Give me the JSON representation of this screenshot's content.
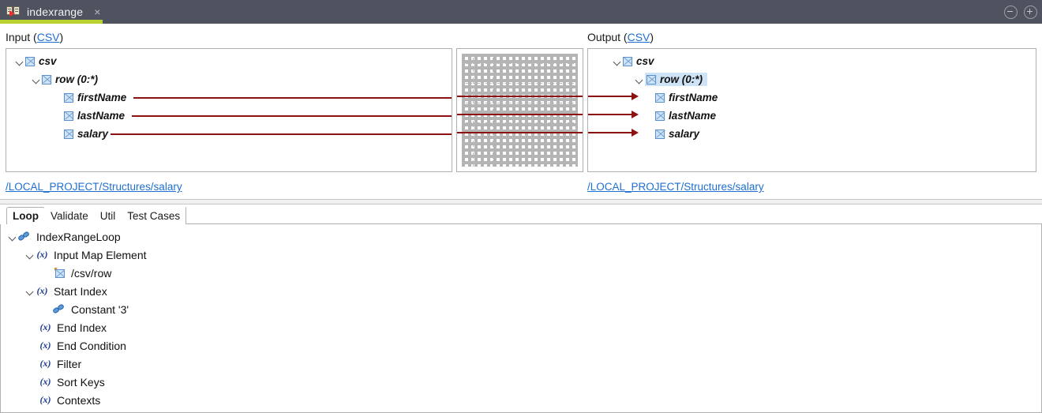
{
  "titlebar": {
    "tab_label": "indexrange",
    "tab_icon": "mapping-icon",
    "close_label": "×",
    "accent_color": "#b9d12e",
    "background_color": "#4f535f",
    "minimize_name": "minimize-icon",
    "maximize_name": "maximize-icon"
  },
  "mapping": {
    "input": {
      "title_prefix": "Input (",
      "title_link": "CSV",
      "title_suffix": ")",
      "path": "/LOCAL_PROJECT/Structures/salary",
      "nodes": [
        {
          "label": "csv",
          "depth": 0,
          "expandable": true,
          "selected": false
        },
        {
          "label": "row (0:*)",
          "depth": 1,
          "expandable": true,
          "selected": false
        },
        {
          "label": "firstName",
          "depth": 2,
          "expandable": false,
          "selected": false
        },
        {
          "label": "lastName",
          "depth": 2,
          "expandable": false,
          "selected": false
        },
        {
          "label": "salary",
          "depth": 2,
          "expandable": false,
          "selected": false
        }
      ]
    },
    "output": {
      "title_prefix": "Output (",
      "title_link": "CSV",
      "title_suffix": ")",
      "path": "/LOCAL_PROJECT/Structures/salary",
      "nodes": [
        {
          "label": "csv",
          "depth": 0,
          "expandable": true,
          "selected": false
        },
        {
          "label": "row (0:*)",
          "depth": 1,
          "expandable": true,
          "selected": true
        },
        {
          "label": "firstName",
          "depth": 2,
          "expandable": false,
          "selected": false
        },
        {
          "label": "lastName",
          "depth": 2,
          "expandable": false,
          "selected": false
        },
        {
          "label": "salary",
          "depth": 2,
          "expandable": false,
          "selected": false
        }
      ]
    },
    "connections": [
      {
        "from": "firstName",
        "to": "firstName"
      },
      {
        "from": "lastName",
        "to": "lastName"
      },
      {
        "from": "salary",
        "to": "salary"
      }
    ],
    "wire_color": "#8c1111",
    "grid_panel_name": "mapping-grid-panel"
  },
  "bottom": {
    "tabs": [
      {
        "label": "Loop",
        "active": true
      },
      {
        "label": "Validate",
        "active": false
      },
      {
        "label": "Util",
        "active": false
      },
      {
        "label": "Test Cases",
        "active": false
      }
    ],
    "tree": [
      {
        "label": "IndexRangeLoop",
        "depth": 0,
        "icon": "chain-icon",
        "expandable": true
      },
      {
        "label": "Input Map Element",
        "depth": 1,
        "icon": "variable-x-icon",
        "expandable": true
      },
      {
        "label": "/csv/row",
        "depth": 2,
        "icon": "mapped-element-icon",
        "expandable": false
      },
      {
        "label": "Start Index",
        "depth": 1,
        "icon": "variable-x-icon",
        "expandable": true
      },
      {
        "label": "Constant '3'",
        "depth": 2,
        "icon": "chain-icon",
        "expandable": false
      },
      {
        "label": "End Index",
        "depth": 1,
        "icon": "variable-x-icon",
        "expandable": false
      },
      {
        "label": "End Condition",
        "depth": 1,
        "icon": "variable-x-icon",
        "expandable": false
      },
      {
        "label": "Filter",
        "depth": 1,
        "icon": "variable-x-icon",
        "expandable": false
      },
      {
        "label": "Sort Keys",
        "depth": 1,
        "icon": "variable-x-icon",
        "expandable": false
      },
      {
        "label": "Contexts",
        "depth": 1,
        "icon": "variable-x-icon",
        "expandable": false
      }
    ],
    "variable_glyph": "(x)"
  }
}
